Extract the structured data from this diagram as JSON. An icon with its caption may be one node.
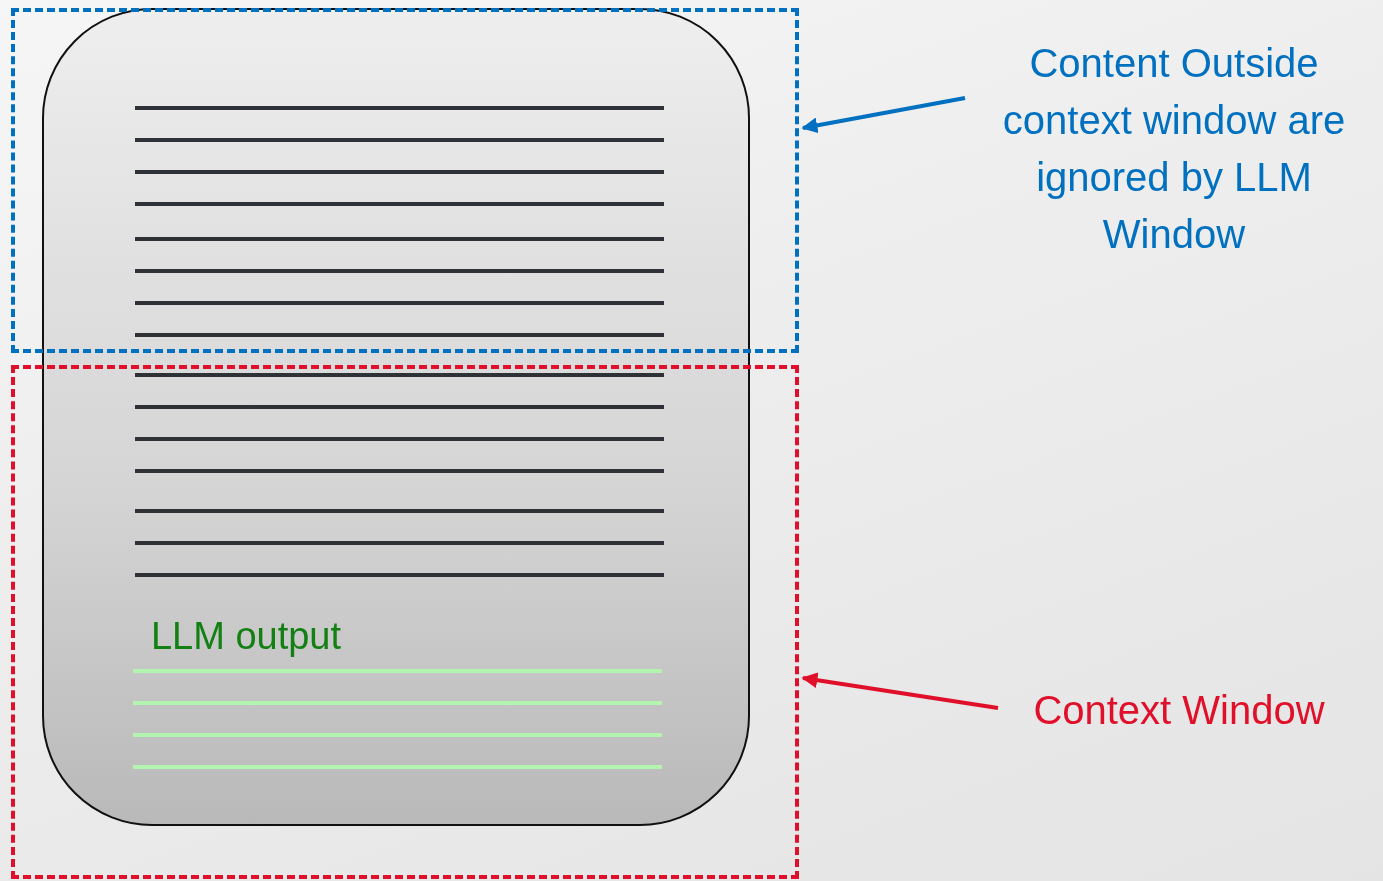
{
  "diagram": {
    "nodes": [
      {
        "text": [],
        "shape": "box"
      },
      {
        "text": [],
        "shape": "box"
      },
      {
        "text": [],
        "shape": "box"
      },
      {
        "text": [
          "LLM output"
        ],
        "in": 2
      },
      {
        "text": [
          "Content Outside context window are ignored by LLM Window"
        ]
      },
      {
        "text": [
          "Context Window"
        ]
      }
    ],
    "edges": [
      {
        "from": 4,
        "to": 1,
        "arrow": "to",
        "color": "#0070c0"
      },
      {
        "from": 5,
        "to": 2,
        "arrow": "to",
        "color": "#e0102a"
      }
    ]
  }
}
